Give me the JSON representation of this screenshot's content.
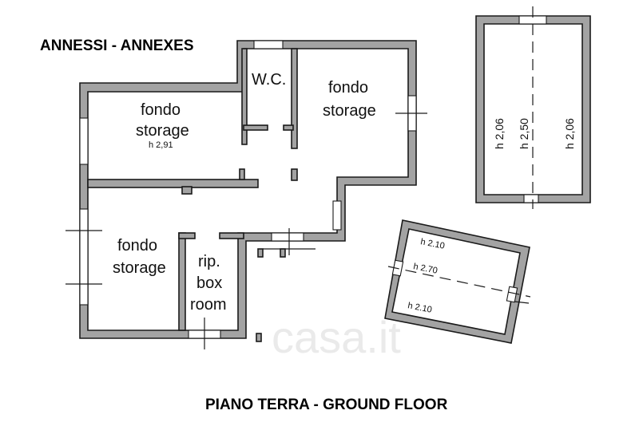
{
  "titles": {
    "annexes": "ANNESSI - ANNEXES",
    "ground_floor": "PIANO TERRA - GROUND FLOOR"
  },
  "rooms": {
    "storage_top_left": {
      "line1": "fondo",
      "line2": "storage",
      "height": "h 2,91"
    },
    "wc": {
      "label": "W.C."
    },
    "storage_top_right": {
      "line1": "fondo",
      "line2": "storage"
    },
    "storage_bottom_left": {
      "line1": "fondo",
      "line2": "storage"
    },
    "box_room": {
      "line1": "rip.",
      "line2": "box",
      "line3": "room"
    }
  },
  "annex_right": {
    "h_left": "h 2,06",
    "h_center": "h 2,50",
    "h_right": "h 2,06"
  },
  "annex_small": {
    "h_top": "h 2.10",
    "h_middle": "h 2.70",
    "h_bottom": "h 2.10"
  },
  "watermark": {
    "text": "casa.it"
  },
  "colors": {
    "wall_fill": "#a3a3a3",
    "line": "#1a1a1a",
    "background": "#ffffff"
  }
}
